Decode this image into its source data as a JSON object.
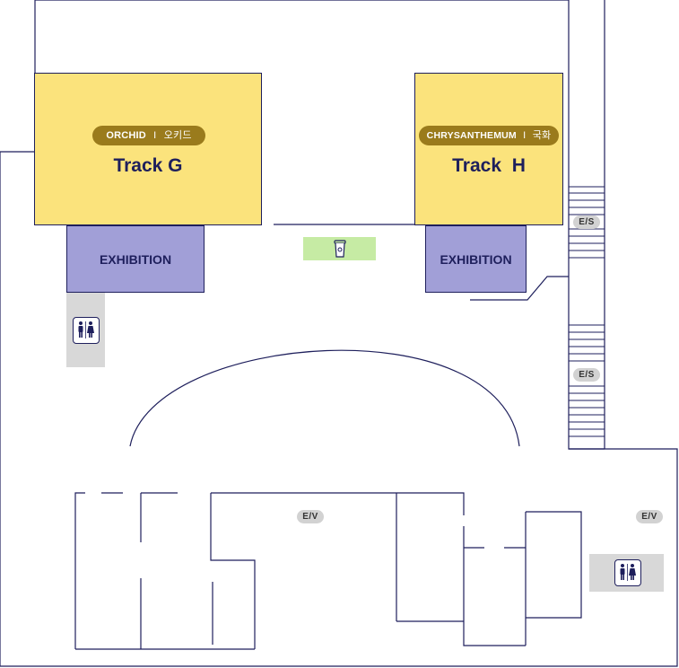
{
  "halls": [
    {
      "name_en": "ORCHID",
      "separator": "I",
      "name_ko": "오키드",
      "track": "Track G",
      "color": "#fbe37c",
      "pill_color": "#9a7b1c"
    },
    {
      "name_en": "CHRYSANTHEMUM",
      "separator": "I",
      "name_ko": "국화",
      "track": "Track  H",
      "color": "#fbe37c",
      "pill_color": "#9a7b1c"
    }
  ],
  "exhibitions": [
    {
      "label": "EXHIBITION"
    },
    {
      "label": "EXHIBITION"
    }
  ],
  "facilities": {
    "escalators": [
      "E/S",
      "E/S"
    ],
    "elevators": [
      "E/V",
      "E/V"
    ],
    "restroom_icon": "restroom-icon",
    "cafe_icon": "coffee-cup-icon"
  },
  "colors": {
    "wall": "#1e1f5c",
    "hall_fill": "#fbe37c",
    "exhibition_fill": "#a19fd7",
    "cafe_fill": "#c6eba4",
    "facility_fill": "#d8d8d8"
  }
}
